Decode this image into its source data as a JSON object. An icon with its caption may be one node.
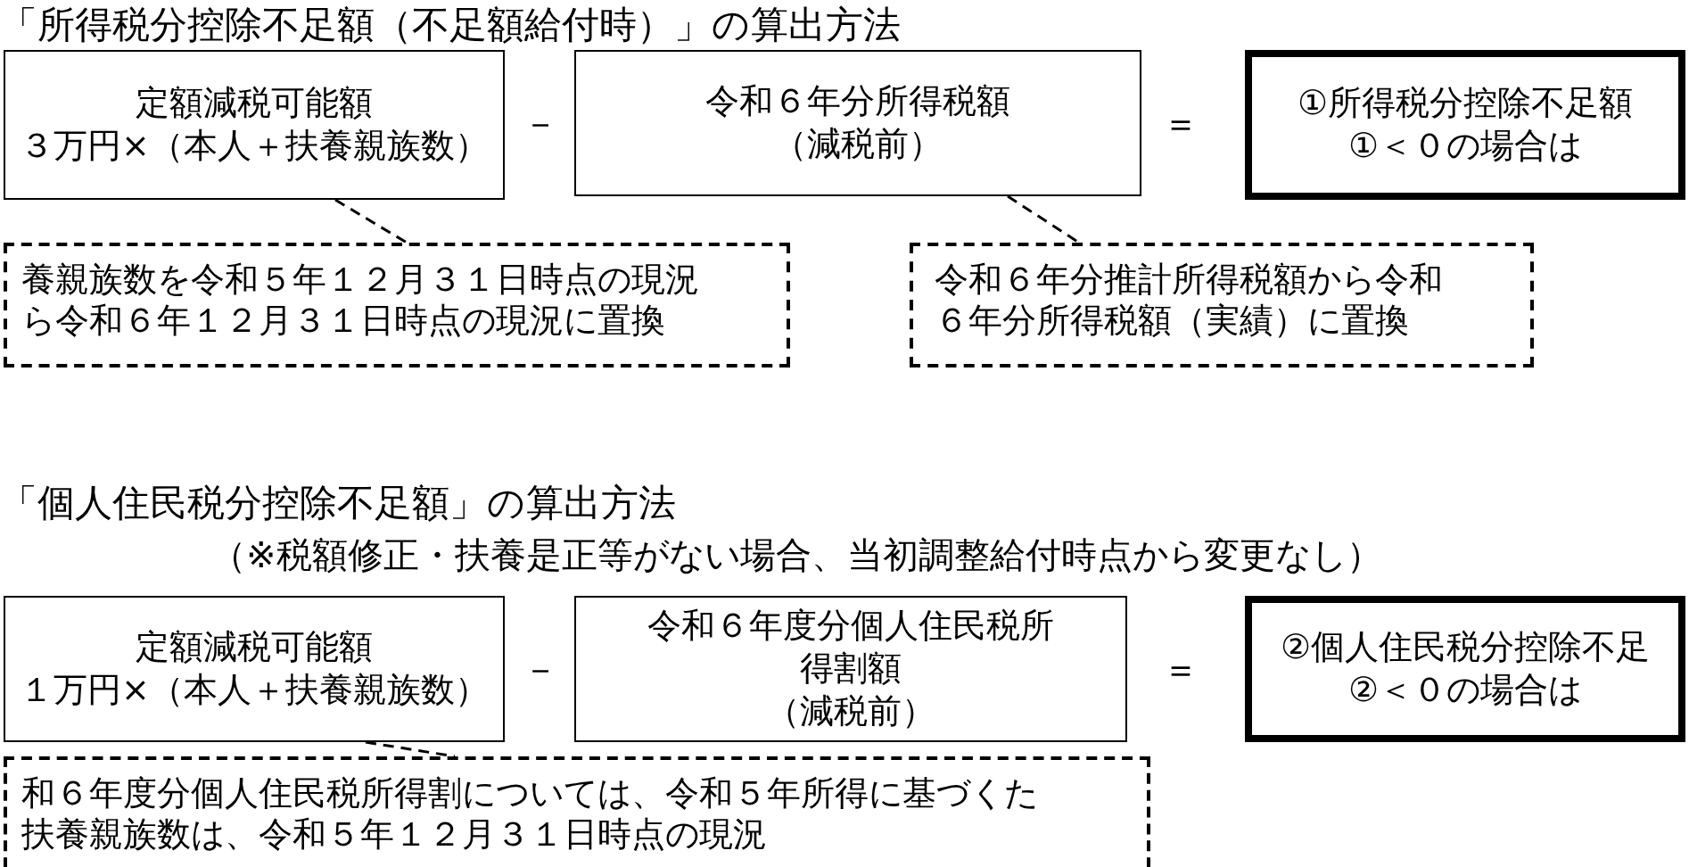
{
  "diagram": {
    "title": "「所得税分控除不足額（不足額給付時）」の算出方法",
    "nodes": [
      {
        "text": [
          "定額減税可能額",
          "３万円×（本人＋扶養親族数）"
        ]
      },
      {
        "text": [
          "令和６年分所得税額",
          "（減税前）"
        ]
      },
      {
        "text": [
          "①所得税分控除不足額",
          "①＜０の場合は"
        ]
      },
      {
        "text": [
          "養親族数を令和５年１２月３１日時点の現況ら令和６年１２月３１日時点の現況に置換"
        ]
      },
      {
        "text": [
          "令和６年分推計所得税額から令和６年分所得税額（実績）に置換"
        ]
      },
      {
        "text": [
          "定額減税可能額",
          "１万円×（本人＋扶養親族数）"
        ]
      },
      {
        "text": [
          "令和６年度分個人住民税所得割額",
          "（減税前）"
        ]
      },
      {
        "text": [
          "②個人住民税分控除不足",
          "②＜０の場合は"
        ]
      },
      {
        "text": [
          "和６年度分個人住民税所得割については、令和５年所得に基づくた扶養親族数は、令和５年１２月３１日時点の現況"
        ]
      }
    ],
    "edges": [
      {
        "from": 0,
        "to": 3,
        "arrow": "none",
        "style": "dashed"
      },
      {
        "from": 1,
        "to": 4,
        "arrow": "none",
        "style": "dashed"
      },
      {
        "from": 5,
        "to": 8,
        "arrow": "none",
        "style": "dashed"
      }
    ],
    "labels": [
      "－",
      "＝",
      "「個人住民税分控除不足額」の算出方法",
      "（※税額修正・扶養是正等がない場合、当初調整給付時点から変更なし）",
      "－",
      "＝"
    ]
  }
}
